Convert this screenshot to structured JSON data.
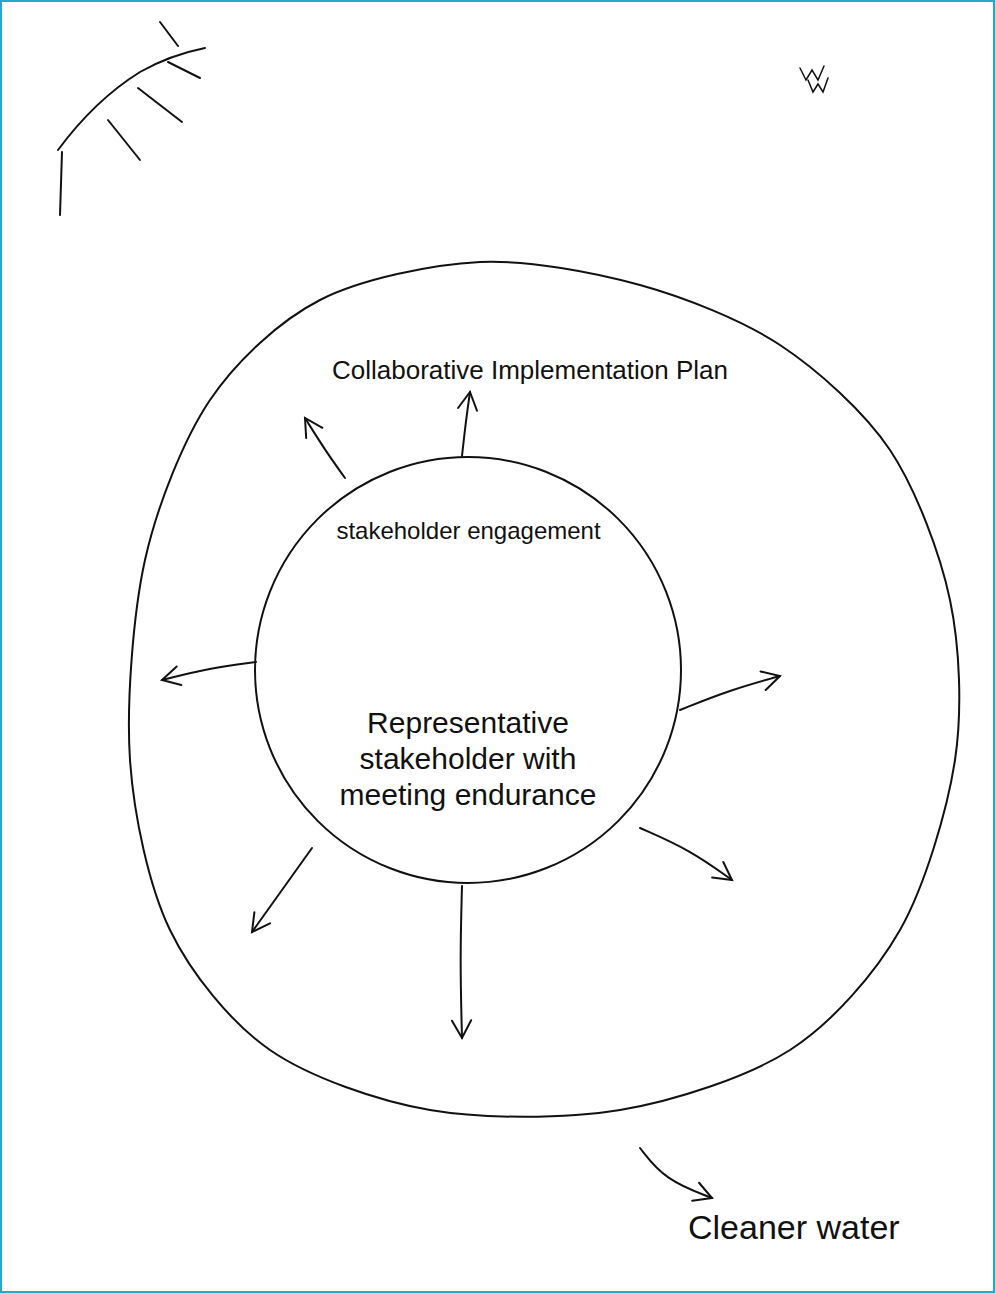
{
  "diagram": {
    "nodes": [
      {
        "text": [
          "Collaborative Implementation Plan"
        ]
      },
      {
        "text": [
          "stakeholder engagement",
          "Representative stakeholder with meeting endurance"
        ],
        "in": 0
      }
    ],
    "labels": [
      "Cleaner water"
    ]
  }
}
